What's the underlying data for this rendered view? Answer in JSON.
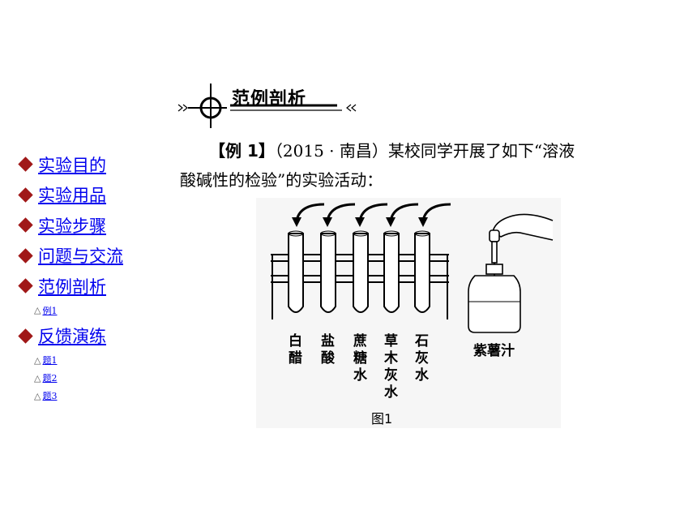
{
  "nav": {
    "items": [
      {
        "label": "实验目的"
      },
      {
        "label": "实验用品"
      },
      {
        "label": "实验步骤"
      },
      {
        "label": "问题与交流"
      },
      {
        "label": "范例剖析",
        "subitems": [
          {
            "marker": "△",
            "label": "例1"
          }
        ]
      },
      {
        "label": "反馈演练",
        "subitems": [
          {
            "marker": "△",
            "label": "题1"
          },
          {
            "marker": "△",
            "label": "题2"
          },
          {
            "marker": "△",
            "label": "题3"
          }
        ]
      }
    ]
  },
  "banner": {
    "title": "范例剖析"
  },
  "content": {
    "example_label": "【例 1】",
    "line1_rest": "（2015 · 南昌）某校同学开展了如下“溶液",
    "line2": "酸碱性的检验”的实验活动："
  },
  "figure": {
    "tube_labels": [
      "白醋",
      "盐酸",
      "蔗糖水",
      "草木灰水",
      "石灰水"
    ],
    "bottle_label": "紫薯汁",
    "caption": "图1"
  }
}
